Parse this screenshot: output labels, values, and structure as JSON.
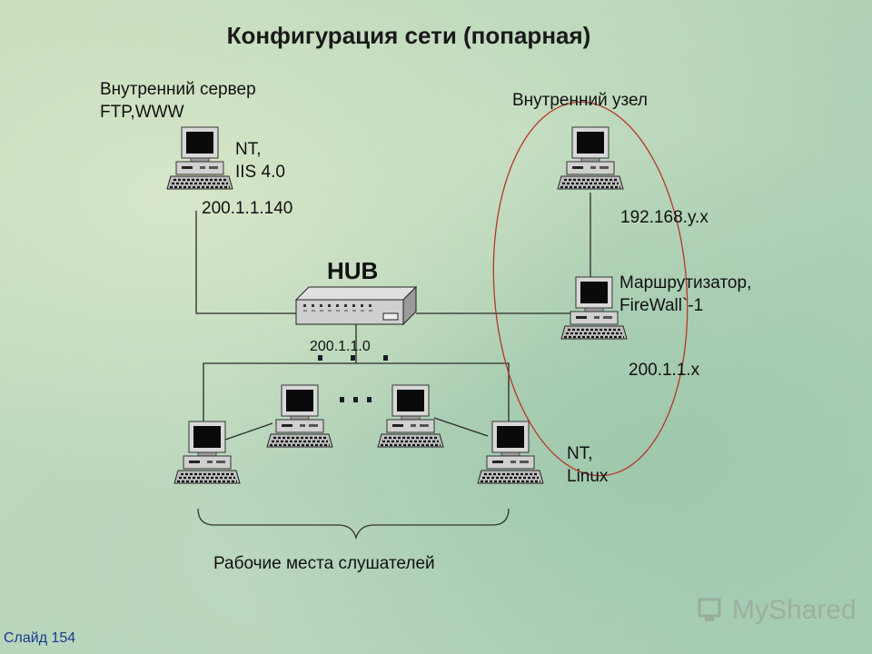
{
  "title": "Конфигурация сети (попарная)",
  "hub": {
    "label": "HUB"
  },
  "server": {
    "heading": "Внутренний сервер\nFTP,WWW",
    "os": "NT,\nIIS 4.0",
    "ip": "200.1.1.140"
  },
  "internal_node": {
    "heading": "Внутренний узел",
    "net": "192.168.y.x"
  },
  "router": {
    "label": "Маршрутизатор,\nFireWall`-1",
    "ip": "200.1.1.x"
  },
  "network": {
    "address": "200.1.1.0"
  },
  "workstations": {
    "os": "NT,\nLinux",
    "caption": "Рабочие места слушателей"
  },
  "slide": {
    "label": "Слайд 154"
  },
  "watermark": {
    "text": "MyShared"
  }
}
